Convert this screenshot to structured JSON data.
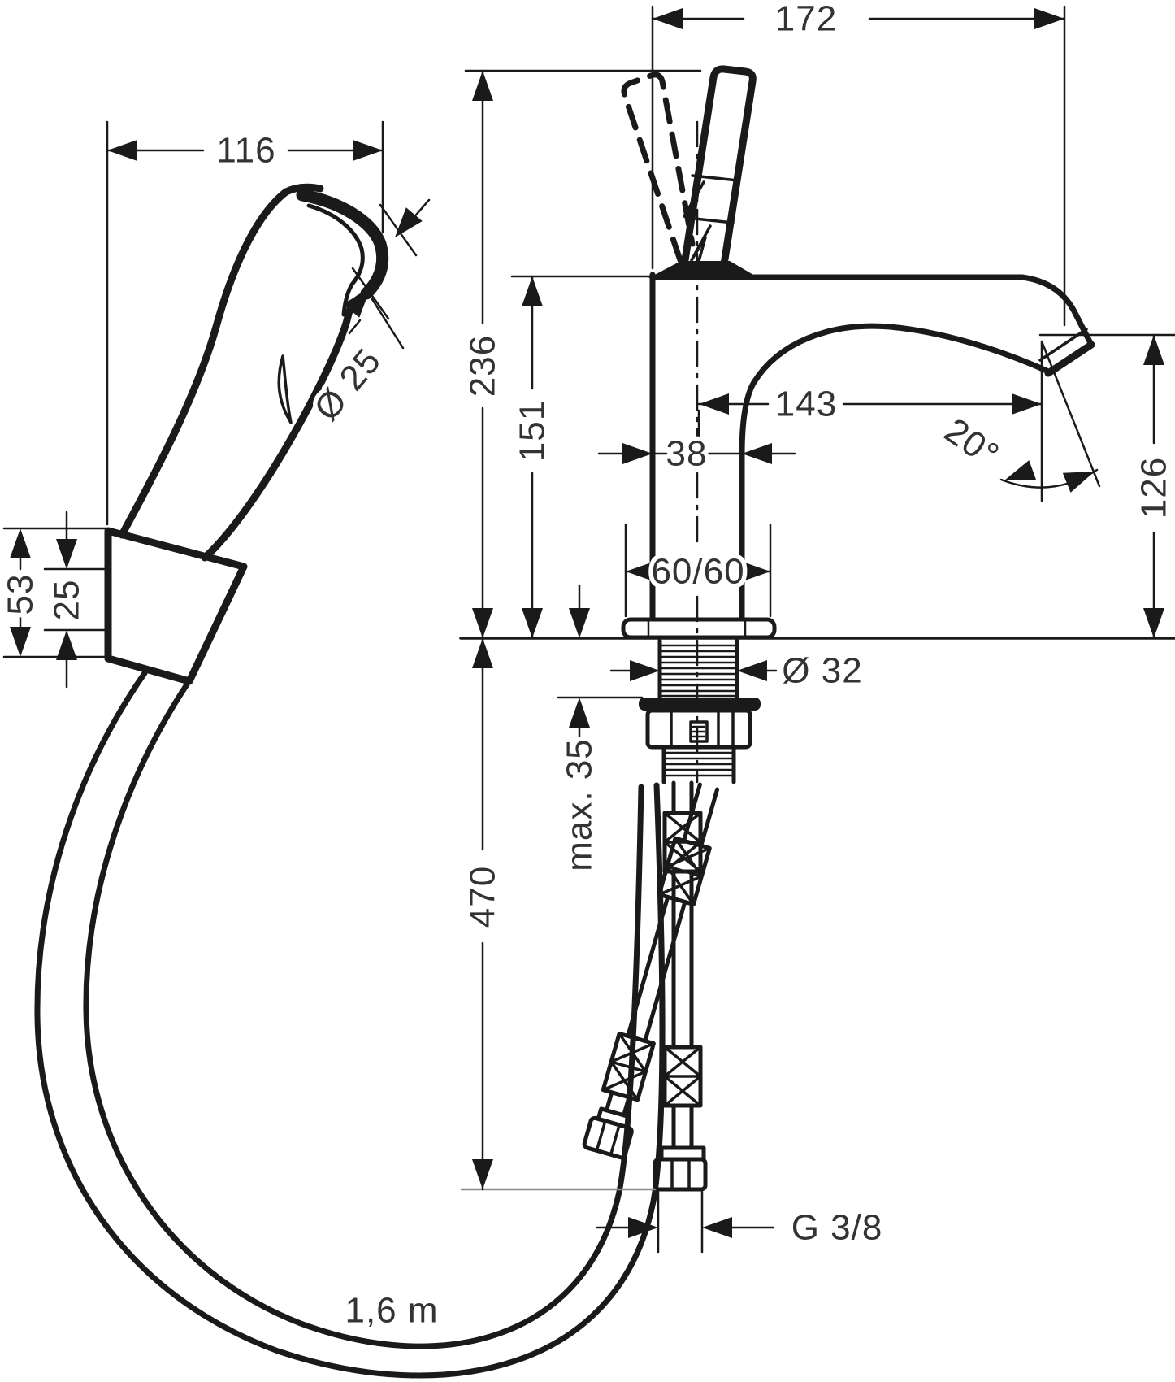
{
  "drawing": {
    "type": "technical-dimension-drawing",
    "subject": "single-lever basin mixer with hand shower, holder and shower hose",
    "line_color": "#1a1a1a",
    "text_color": "#333333",
    "background": "#ffffff",
    "dimensions": {
      "overall_depth": "172",
      "handshower_length": "116",
      "height_to_handle_top": "236",
      "height_to_spout_top": "151",
      "spout_reach": "143",
      "body_width": "38",
      "outlet_angle": "20°",
      "outlet_height": "126",
      "base_plate": "60/60",
      "handshower_head_diameter": "Ø 25",
      "shank_diameter": "Ø 32",
      "holder_height": "53",
      "holder_inner_height": "25",
      "max_mounting_thickness": "max. 35",
      "connection_drop_length": "470",
      "connection_thread": "G 3/8",
      "shower_hose_length": "1,6 m"
    }
  }
}
